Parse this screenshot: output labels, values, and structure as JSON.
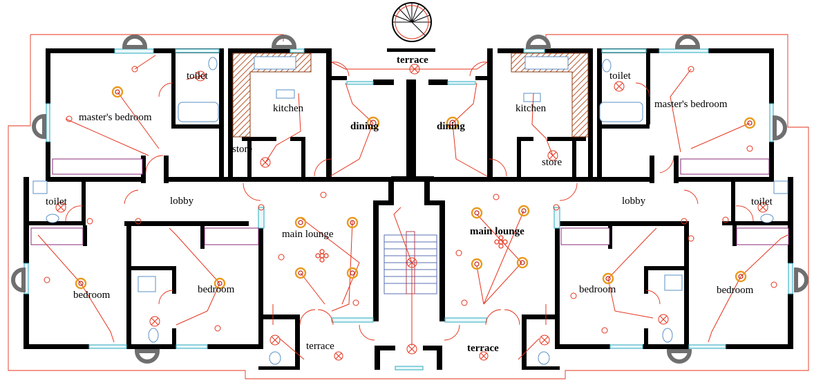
{
  "drawing": {
    "room_labels": {
      "terrace_top": "terrace",
      "toilet_tl": "toilet",
      "masters_bedroom_l": "master's bedroom",
      "kitchen_l": "kitchen",
      "store_l": "store",
      "dining_l": "dining",
      "dining_r": "dining",
      "kitchen_r": "kitchen",
      "store_r": "store",
      "toilet_tr": "toilet",
      "masters_bedroom_r": "master's bedroom",
      "toilet_ml": "toilet",
      "lobby_l": "lobby",
      "main_lounge_l": "main  lounge",
      "main_lounge_r": "main  lounge",
      "lobby_r": "lobby",
      "toilet_mr": "toilet",
      "bedroom_ll": "bedroom",
      "bedroom_lm": "bedroom",
      "bedroom_rm": "bedroom",
      "bedroom_rr": "bedroom",
      "terrace_bl": "terrace",
      "terrace_br": "terrace"
    },
    "colors": {
      "walls": "#000000",
      "electrical": "#e4321b",
      "light_outer": "#e89a1e",
      "windows": "#49b7c8",
      "kitchen_counter_hatch": "#8a3b12",
      "wardrobe": "#8b2a7a",
      "balcony_symbols": "#6f6f6f",
      "background": "#ffffff"
    }
  }
}
